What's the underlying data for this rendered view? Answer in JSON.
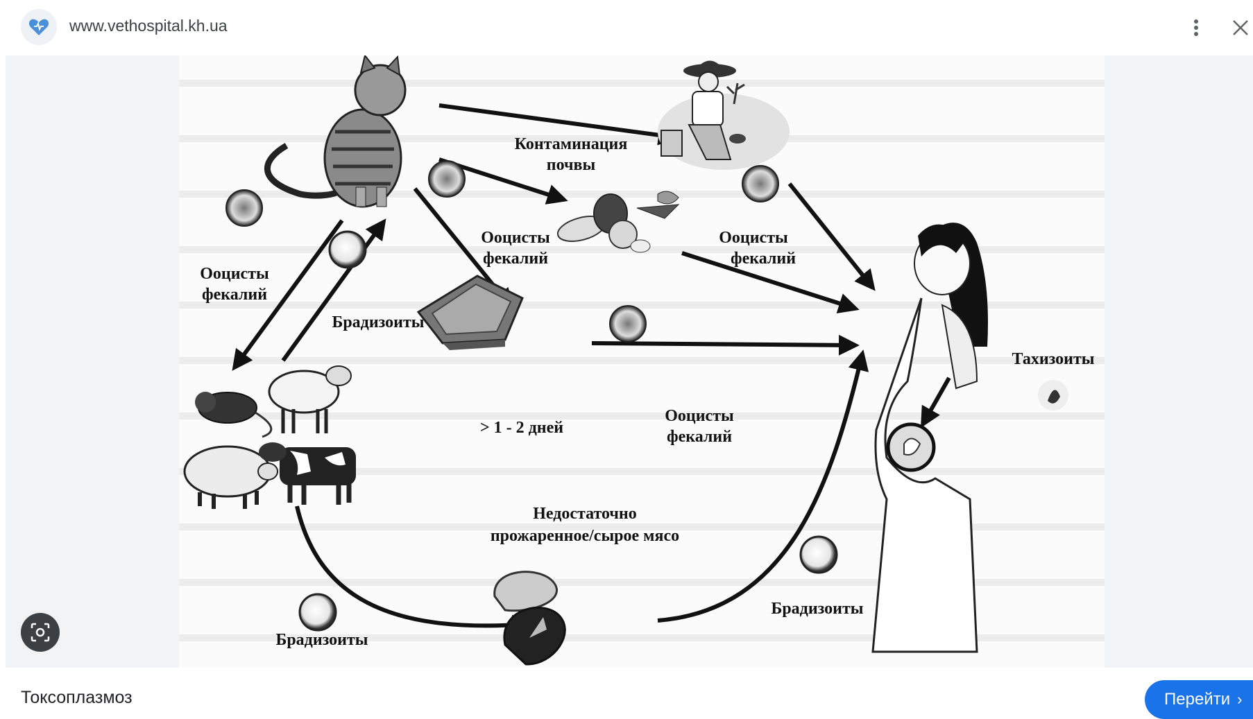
{
  "header": {
    "site_url": "www.vethospital.kh.ua",
    "icons": [
      "heart-site-icon",
      "more-vert-icon",
      "close-icon"
    ]
  },
  "figure": {
    "labels": {
      "soil": [
        "Контаминация",
        "почвы"
      ],
      "oocysts_veg": [
        "Ооцисты",
        "фекалий"
      ],
      "oocysts_soil": [
        "Ооцисты",
        "фекалий"
      ],
      "oocysts_left": [
        "Ооцисты",
        "фекалий"
      ],
      "bradyzoites_left": "Брадизоиты",
      "days": "> 1 - 2 дней",
      "oocysts_litter": [
        "Ооцисты",
        "фекалий"
      ],
      "tachyzoites": "Тахизоиты",
      "meat": [
        "Недостаточно",
        "прожаренное/сырое мясо"
      ],
      "bradyzoites_right": "Брадизоиты",
      "bradyzoites_bottom": "Брадизоиты"
    },
    "pictures": [
      "cat",
      "gardener",
      "vegetables",
      "litter-box",
      "rat",
      "sheep",
      "pig",
      "cow",
      "raw-meat",
      "pregnant-woman",
      "oocyst",
      "bradyzoite-cyst",
      "tachyzoite"
    ]
  },
  "footer": {
    "caption": "Токсоплазмоз",
    "go_button": "Перейти",
    "go_chevron": "›",
    "lens_icon": "lens-search-icon"
  }
}
